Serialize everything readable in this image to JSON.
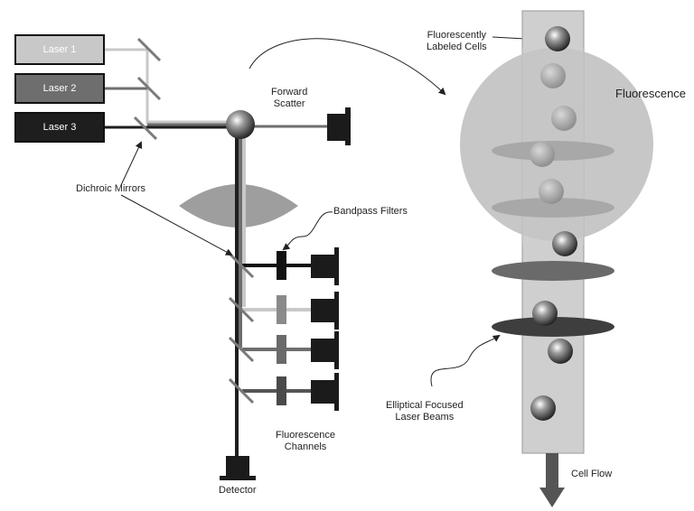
{
  "lasers": [
    "Laser 1",
    "Laser 2",
    "Laser 3"
  ],
  "labels": {
    "dichroic_mirrors": "Dichroic Mirrors",
    "forward_scatter_line1": "Forward",
    "forward_scatter_line2": "Scatter",
    "bandpass_filters": "Bandpass Filters",
    "fluorescence_channels_line1": "Fluorescence",
    "fluorescence_channels_line2": "Channels",
    "detector": "Detector",
    "labeled_cells_line1": "Fluorescently",
    "labeled_cells_line2": "Labeled Cells",
    "fluorescence": "Fluorescence",
    "elliptical_line1": "Elliptical Focused",
    "elliptical_line2": "Laser Beams",
    "cell_flow": "Cell Flow"
  },
  "colors": {
    "laser1": "#c8c8c8",
    "laser2": "#6e6e6e",
    "laser3": "#1e1e1e",
    "stream": "#cfcfcf",
    "fluorescence_sphere": "#bdbdbd"
  }
}
